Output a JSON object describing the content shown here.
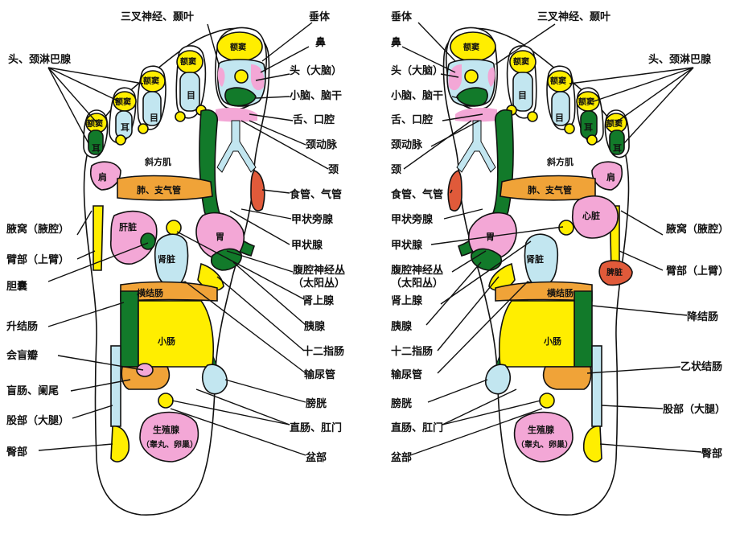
{
  "palette": {
    "yellow": "#ffee00",
    "green": "#127a2a",
    "light_blue": "#c2e6f0",
    "pink": "#f3a7d6",
    "orange": "#f0a338",
    "red": "#e05a3a",
    "white": "#ffffff",
    "outline": "#111111"
  },
  "left_foot": {
    "labels": {
      "trigeminal": "三叉神经、颞叶",
      "pituitary": "垂体",
      "nose": "鼻",
      "head_lymph": "头、颈淋巴腺",
      "brain": "头（大脑）",
      "cerebellum": "小脑、脑干",
      "tongue": "舌、口腔",
      "carotid": "颈动脉",
      "neck": "颈",
      "esophagus": "食管、气管",
      "parathyroid": "甲状旁腺",
      "armpit": "腋窝（腋腔）",
      "thyroid": "甲状腺",
      "upper_arm": "臂部（上臂）",
      "celiac": "腹腔神经丛",
      "solar": "（太阳丛）",
      "gallbladder": "胆囊",
      "adrenal": "肾上腺",
      "ascending_colon": "升结肠",
      "pancreas": "胰腺",
      "duodenum": "十二指肠",
      "ileocecal": "会盲瓣",
      "ureter": "输尿管",
      "cecum": "盲肠、阑尾",
      "bladder": "膀胱",
      "thigh": "股部（大腿）",
      "rectum": "直肠、肛门",
      "buttock": "臀部",
      "pelvis": "盆部"
    },
    "zones": {
      "sinus": "额窦",
      "eye": "目",
      "ear": "耳",
      "trapezius": "斜方肌",
      "shoulder": "肩",
      "lung": "肺、支气管",
      "liver": "肝脏",
      "stomach": "胃",
      "kidney": "肾脏",
      "transverse_colon": "横结肠",
      "small_intestine": "小肠",
      "reproductive": "生殖腺",
      "reproductive_sub": "（睾丸、卵巢）"
    }
  },
  "right_foot": {
    "labels": {
      "pituitary": "垂体",
      "trigeminal": "三叉神经、颞叶",
      "nose": "鼻",
      "brain": "头（大脑）",
      "head_lymph": "头、颈淋巴腺",
      "cerebellum": "小脑、脑干",
      "tongue": "舌、口腔",
      "carotid": "颈动脉",
      "neck": "颈",
      "esophagus": "食管、气管",
      "parathyroid": "甲状旁腺",
      "armpit": "腋窝（腋腔）",
      "thyroid": "甲状腺",
      "upper_arm": "臂部（上臂）",
      "celiac": "腹腔神经丛",
      "solar": "（太阳丛）",
      "adrenal": "肾上腺",
      "descending_colon": "降结肠",
      "pancreas": "胰腺",
      "duodenum": "十二指肠",
      "sigmoid": "乙状结肠",
      "ureter": "输尿管",
      "bladder": "膀胱",
      "thigh": "股部（大腿）",
      "rectum": "直肠、肛门",
      "buttock": "臀部",
      "pelvis": "盆部"
    },
    "zones": {
      "sinus": "额窦",
      "eye": "目",
      "ear": "耳",
      "trapezius": "斜方肌",
      "shoulder": "肩",
      "lung": "肺、支气管",
      "heart": "心脏",
      "stomach": "胃",
      "kidney": "肾脏",
      "spleen": "脾脏",
      "transverse_colon": "横结肠",
      "small_intestine": "小肠",
      "reproductive": "生殖腺",
      "reproductive_sub": "（睾丸、卵巢）"
    }
  }
}
